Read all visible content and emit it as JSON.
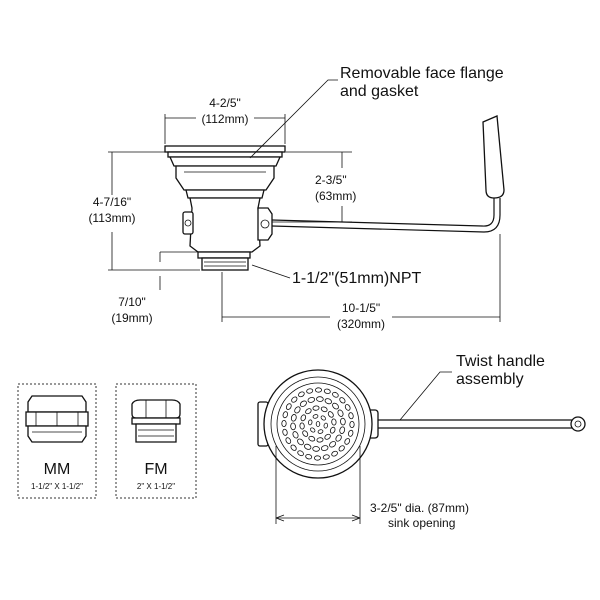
{
  "side_view": {
    "flange_label_line1": "Removable face flange",
    "flange_label_line2": "and gasket",
    "width_top": "4-2/5\"",
    "width_top_mm": "(112mm)",
    "height_total": "4-7/16\"",
    "height_total_mm": "(113mm)",
    "height_partial": "2-3/5\"",
    "height_partial_mm": "(63mm)",
    "thread_label": "1-1/2\"(51mm)NPT",
    "thread_height": "7/10\"",
    "thread_height_mm": "(19mm)",
    "handle_length": "10-1/5\"",
    "handle_length_mm": "(320mm)"
  },
  "fittings": {
    "mm_label": "MM",
    "mm_size": "1-1/2\" X 1-1/2\"",
    "fm_label": "FM",
    "fm_size": "2\" X 1-1/2\""
  },
  "top_view": {
    "handle_label_line1": "Twist  handle",
    "handle_label_line2": "assembly",
    "opening_label": "3-2/5\" dia. (87mm)",
    "opening_sub": "sink opening"
  }
}
